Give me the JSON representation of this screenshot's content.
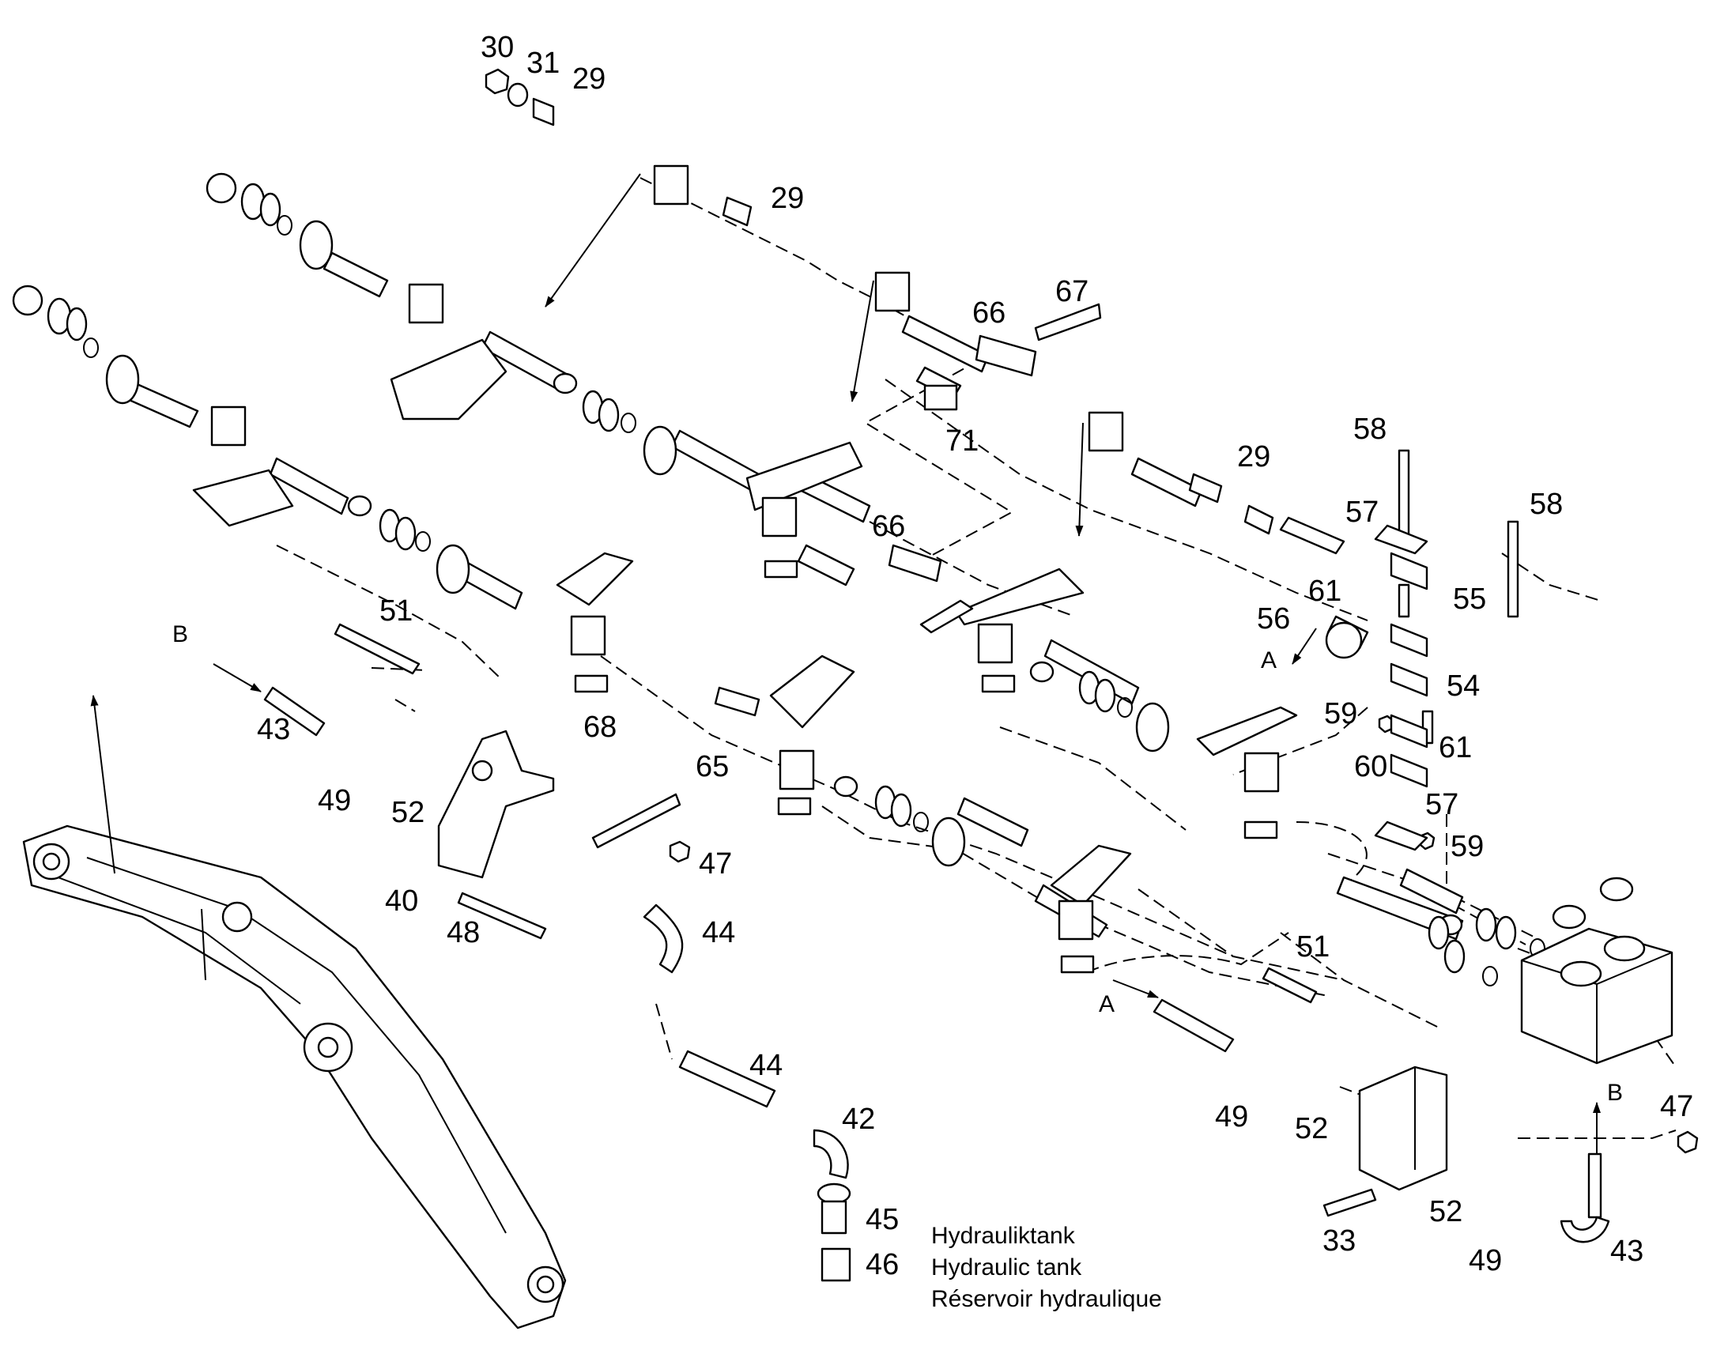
{
  "part_labels": [
    {
      "num": "30"
    },
    {
      "num": "31"
    },
    {
      "num": "29"
    },
    {
      "num": "29"
    },
    {
      "num": "67"
    },
    {
      "num": "66"
    },
    {
      "num": "71"
    },
    {
      "num": "29"
    },
    {
      "num": "58"
    },
    {
      "num": "58"
    },
    {
      "num": "57"
    },
    {
      "num": "66"
    },
    {
      "num": "61"
    },
    {
      "num": "55"
    },
    {
      "num": "56"
    },
    {
      "num": "54"
    },
    {
      "num": "59"
    },
    {
      "num": "61"
    },
    {
      "num": "60"
    },
    {
      "num": "57"
    },
    {
      "num": "59"
    },
    {
      "num": "51"
    },
    {
      "num": "43"
    },
    {
      "num": "49"
    },
    {
      "num": "52"
    },
    {
      "num": "68"
    },
    {
      "num": "65"
    },
    {
      "num": "47"
    },
    {
      "num": "40"
    },
    {
      "num": "48"
    },
    {
      "num": "44"
    },
    {
      "num": "44"
    },
    {
      "num": "42"
    },
    {
      "num": "45"
    },
    {
      "num": "46"
    },
    {
      "num": "51"
    },
    {
      "num": "49"
    },
    {
      "num": "52"
    },
    {
      "num": "47"
    },
    {
      "num": "52"
    },
    {
      "num": "33"
    },
    {
      "num": "49"
    },
    {
      "num": "43"
    }
  ],
  "view_markers": [
    {
      "letter": "B"
    },
    {
      "letter": "A"
    },
    {
      "letter": "A"
    },
    {
      "letter": "B"
    }
  ],
  "tank_caption": {
    "de": "Hydrauliktank",
    "en": "Hydraulic tank",
    "fr": "Réservoir hydraulique"
  }
}
